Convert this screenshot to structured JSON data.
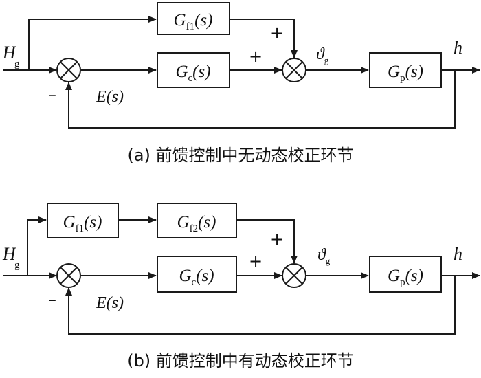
{
  "diagrams": [
    {
      "id": "a",
      "caption": "(a) 前馈控制中无动态校正环节",
      "input_label": {
        "main": "H",
        "sub": "g"
      },
      "output_label": "h",
      "error_label": "E(s)",
      "intermediate_label": {
        "main": "ϑ",
        "sub": "g"
      },
      "feedback_sign": "–",
      "sum_sign_forward": "+",
      "sum_sign_feedforward": "+",
      "blocks": {
        "ff1": {
          "main": "G",
          "sub": "f1",
          "arg": "(s)"
        },
        "controller": {
          "main": "G",
          "sub": "c",
          "arg": "(s)"
        },
        "plant": {
          "main": "G",
          "sub": "p",
          "arg": "(s)"
        }
      }
    },
    {
      "id": "b",
      "caption": "(b) 前馈控制中有动态校正环节",
      "input_label": {
        "main": "H",
        "sub": "g"
      },
      "output_label": "h",
      "error_label": "E(s)",
      "intermediate_label": {
        "main": "ϑ",
        "sub": "g"
      },
      "feedback_sign": "–",
      "sum_sign_forward": "+",
      "sum_sign_feedforward": "+",
      "blocks": {
        "ff1": {
          "main": "G",
          "sub": "f1",
          "arg": "(s)"
        },
        "ff2": {
          "main": "G",
          "sub": "f2",
          "arg": "(s)"
        },
        "controller": {
          "main": "G",
          "sub": "c",
          "arg": "(s)"
        },
        "plant": {
          "main": "G",
          "sub": "p",
          "arg": "(s)"
        }
      }
    }
  ]
}
